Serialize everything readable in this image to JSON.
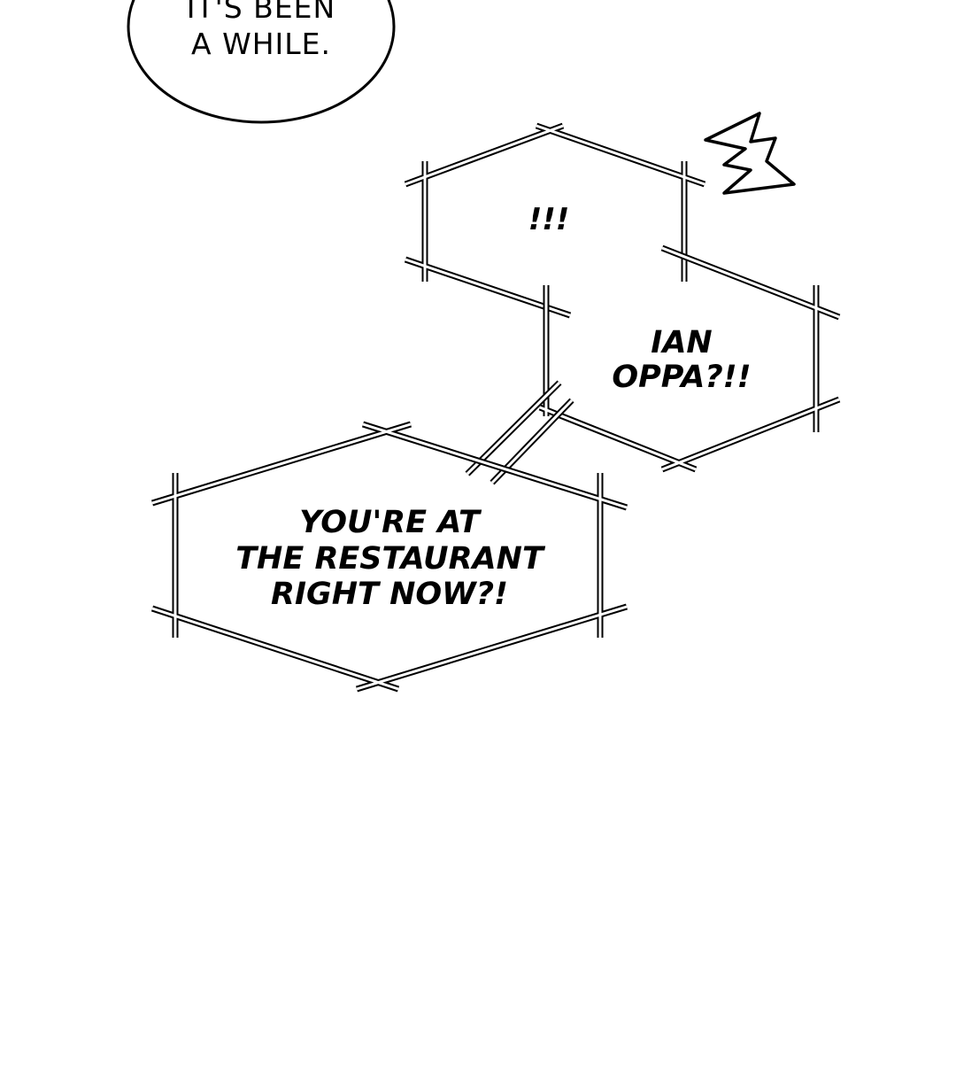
{
  "speech_bubble": {
    "lines": [
      "IT'S BEEN",
      "A WHILE."
    ]
  },
  "shout_bubbles": [
    {
      "lines": [
        "!!!"
      ]
    },
    {
      "lines": [
        "IAN",
        "OPPA?!!"
      ]
    },
    {
      "lines": [
        "YOU'RE AT",
        "THE RESTAURANT",
        "RIGHT NOW?!"
      ]
    }
  ],
  "colors": {
    "background": "#ffffff",
    "ink": "#000000"
  }
}
